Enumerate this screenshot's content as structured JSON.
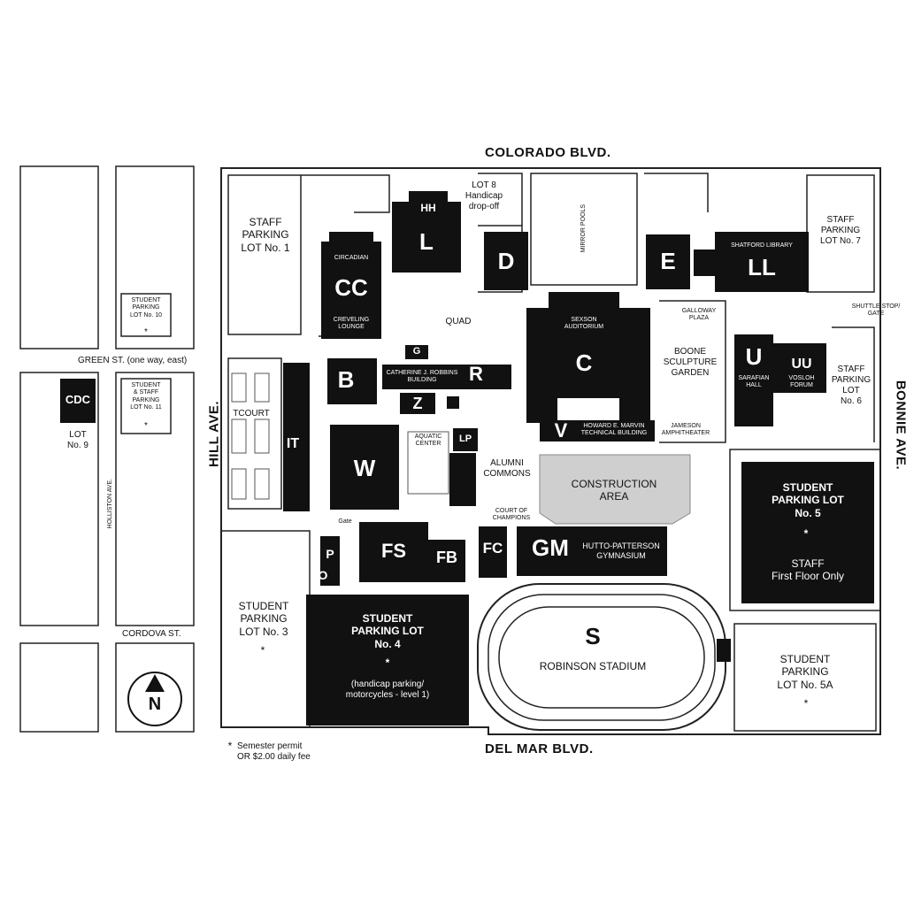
{
  "streets": {
    "north": "COLORADO BLVD.",
    "south": "DEL MAR BLVD.",
    "west": "HILL AVE.",
    "east": "BONNIE AVE.",
    "green": "GREEN ST. (one way, east)",
    "cordova": "CORDOVA ST.",
    "holliston": "HOLLISTON AVE."
  },
  "parking": {
    "staff_lot_1": "STAFF\nPARKING\nLOT No. 1",
    "lot_8": "LOT 8\nHandicap\ndrop-off",
    "staff_lot_7": "STAFF\nPARKING\nLOT No. 7",
    "staff_lot_6": "STAFF\nPARKING\nLOT\nNo. 6",
    "student_lot_10": "STUDENT\nPARKING\nLOT No. 10",
    "student_staff_lot_11": "STUDENT\n& STAFF\nPARKING\nLOT No. 11",
    "lot_9": "LOT\nNo. 9",
    "student_lot_3": "STUDENT\nPARKING\nLOT No. 3",
    "student_lot_4": "STUDENT\nPARKING LOT\nNo. 4",
    "student_lot_4_note": "(handicap parking/\nmotorcycles - level 1)",
    "student_lot_5": "STUDENT\nPARKING LOT\nNo. 5",
    "student_lot_5_note": "STAFF\nFirst Floor Only",
    "student_lot_5a": "STUDENT\nPARKING\nLOT No. 5A",
    "star": "*"
  },
  "buildings": {
    "HH": "HH",
    "L": "L",
    "D": "D",
    "E": "E",
    "LL": "LL",
    "CC": "CC",
    "C": "C",
    "R": "R",
    "G": "G",
    "Z": "Z",
    "B": "B",
    "IT": "IT",
    "W": "W",
    "LP": "LP",
    "V": "V",
    "U": "U",
    "UU": "UU",
    "FS": "FS",
    "FB": "FB",
    "FC": "FC",
    "GM": "GM",
    "P": "P",
    "O": "O",
    "S": "S",
    "CDC": "CDC"
  },
  "labels": {
    "circadian": "CIRCADIAN",
    "creveling": "CREVELING\nLOUNGE",
    "mirror_pools": "MIRROR POOLS",
    "shatford": "SHATFORD LIBRARY",
    "quad": "QUAD",
    "sexson": "SEXSON\nAUDITORIUM",
    "galloway": "GALLOWAY\nPLAZA",
    "shuttle": "SHUTTLE STOP/\nGATE",
    "boone": "BOONE\nSCULPTURE\nGARDEN",
    "sarafian": "SARAFIAN\nHALL",
    "vosloh": "VOSLOH\nFORUM",
    "robbins": "CATHERINE J. ROBBINS\nBUILDING",
    "tcourt": "TCOURT",
    "aquatic": "AQUATIC\nCENTER",
    "marvin": "HOWARD E. MARVIN\nTECHNICAL BUILDING",
    "jameson": "JAMESON\nAMPHITHEATER",
    "alumni": "ALUMNI\nCOMMONS",
    "construction": "CONSTRUCTION\nAREA",
    "court": "COURT OF\nCHAMPIONS",
    "hutto": "HUTTO-PATTERSON\nGYMNASIUM",
    "gate": "Gate",
    "stadium": "ROBINSON STADIUM",
    "north": "N",
    "note_star": "*",
    "note": "Semester permit\nOR $2.00 daily fee"
  }
}
